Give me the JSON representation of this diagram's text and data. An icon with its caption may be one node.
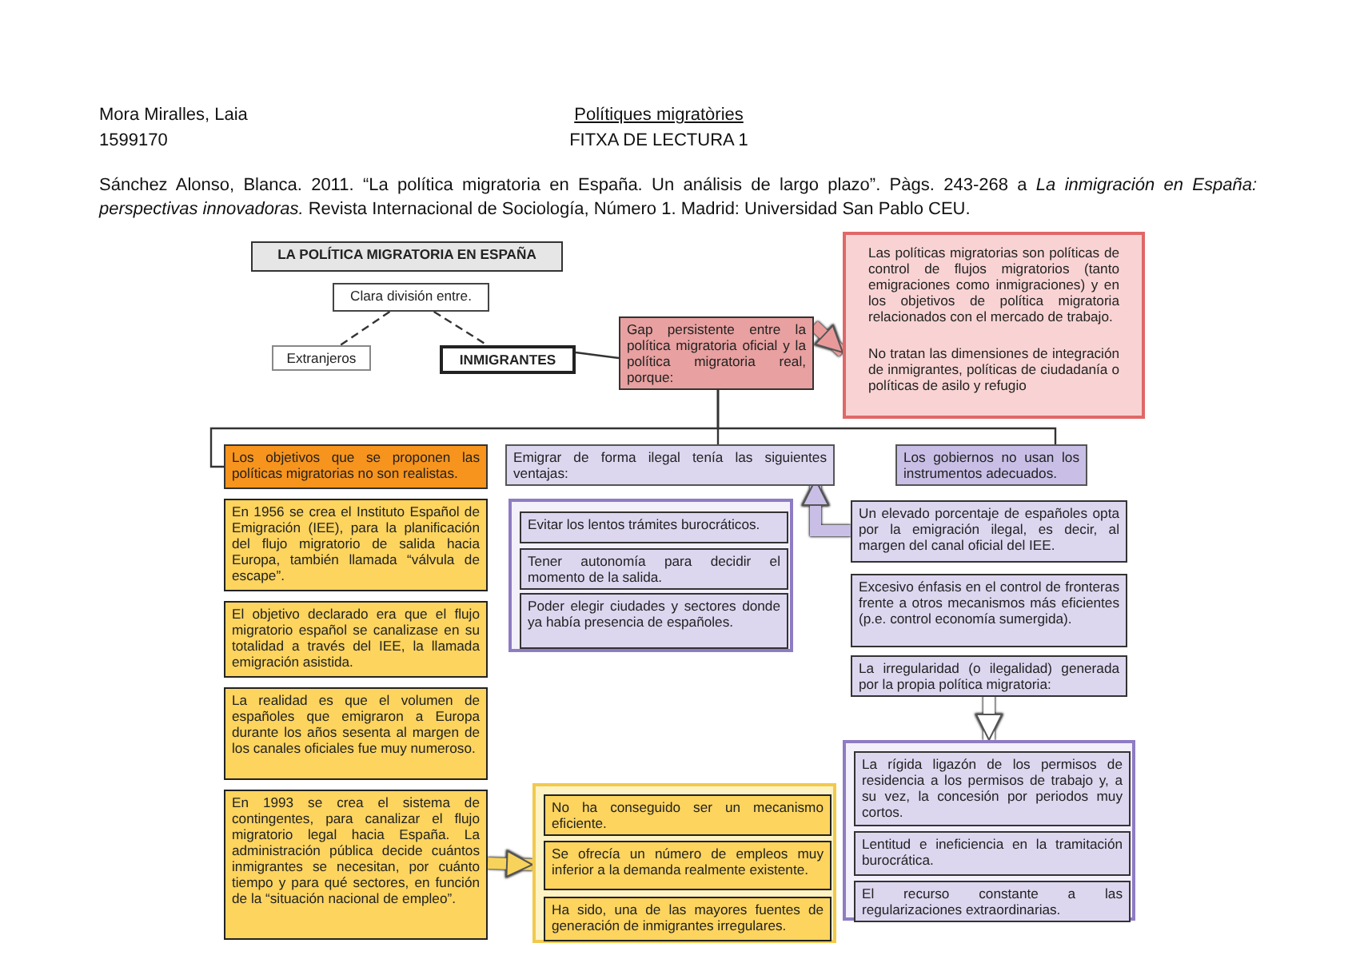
{
  "diagram": {
    "title": "Polítiques migratòries",
    "nodes": [
      {
        "text": [
          "LA POLÍTICA MIGRATORIA EN ESPAÑA"
        ]
      },
      {
        "text": [
          "Clara división entre."
        ]
      },
      {
        "text": [
          "Extranjeros"
        ]
      },
      {
        "text": [
          "INMIGRANTES"
        ]
      },
      {
        "text": [
          "Gap persistente entre la política migratoria oficial y la política migratoria real, porque:"
        ]
      },
      {
        "text": [
          "Las políticas migratorias son políticas de control de flujos migratorios (tanto emigraciones como inmigraciones) y en los objetivos de política migratoria relacionados con el mercado de trabajo.",
          "No tratan las dimensiones de integración de inmigrantes, políticas de ciudadanía o políticas de asilo y refugio"
        ]
      },
      {
        "text": [
          "Los objetivos que se proponen las políticas migratorias no son realistas."
        ]
      },
      {
        "text": [
          "En 1956 se crea el Instituto Español de Emigración (IEE), para la planificación del flujo migratorio de salida hacia Europa, también llamada “válvula de escape”."
        ]
      },
      {
        "text": [
          "El objetivo declarado era que el flujo migratorio español se canalizase en su totalidad a través del IEE, la llamada emigración asistida."
        ]
      },
      {
        "text": [
          "La realidad es que el volumen de españoles que emigraron a Europa durante los años sesenta al margen de los canales oficiales fue muy numeroso."
        ]
      },
      {
        "text": [
          "En 1993 se crea el sistema de contingentes, para canalizar el flujo migratorio legal hacia España. La administración pública decide cuántos inmigrantes se necesitan, por cuánto tiempo y para qué sectores, en función de la “situación nacional de empleo”."
        ]
      },
      {
        "text": [
          "Emigrar de forma ilegal tenía las siguientes ventajas:"
        ]
      },
      {
        "text": [],
        "shape": "box"
      },
      {
        "text": [
          "Evitar los lentos trámites burocráticos."
        ],
        "in": 12
      },
      {
        "text": [
          "Tener autonomía para decidir el momento de la salida."
        ],
        "in": 12
      },
      {
        "text": [
          "Poder elegir ciudades y sectores donde ya había presencia de españoles."
        ],
        "in": 12
      },
      {
        "text": [],
        "shape": "box"
      },
      {
        "text": [
          "No ha conseguido ser un mecanismo eficiente."
        ],
        "in": 16
      },
      {
        "text": [
          "Se ofrecía un número de empleos muy inferior a la demanda realmente existente."
        ],
        "in": 16
      },
      {
        "text": [
          "Ha sido, una de las mayores fuentes de generación de inmigrantes irregulares."
        ],
        "in": 16
      },
      {
        "text": [
          "Los gobiernos no usan los instrumentos adecuados."
        ]
      },
      {
        "text": [
          "Un elevado porcentaje de españoles opta por la emigración ilegal, es decir, al margen del canal oficial del IEE."
        ]
      },
      {
        "text": [
          "Excesivo énfasis en el control de fronteras frente a otros mecanismos más eficientes (p.e. control economía sumergida)."
        ]
      },
      {
        "text": [
          "La irregularidad (o ilegalidad) generada por la propia política migratoria:"
        ]
      },
      {
        "text": [],
        "shape": "box"
      },
      {
        "text": [
          "La rígida ligazón de los permisos de residencia a los permisos de trabajo y, a su vez, la concesión por periodos muy cortos."
        ],
        "in": 24
      },
      {
        "text": [
          "Lentitud e ineficiencia en la tramitación burocrática."
        ],
        "in": 24
      },
      {
        "text": [
          "El recurso constante a las regularizaciones extraordinarias."
        ],
        "in": 24
      }
    ],
    "edges": [
      {
        "from": 1,
        "to": 2,
        "arrow": "none",
        "style": "dashed"
      },
      {
        "from": 1,
        "to": 3,
        "arrow": "none",
        "style": "dashed"
      },
      {
        "from": 3,
        "to": 4,
        "arrow": "none"
      },
      {
        "from": 4,
        "to": 5,
        "arrow": "to",
        "style": "thick",
        "color": "#e89a9a"
      },
      {
        "from": 4,
        "to": 6,
        "arrow": "none"
      },
      {
        "from": 4,
        "to": 11,
        "arrow": "none"
      },
      {
        "from": 4,
        "to": 20,
        "arrow": "none"
      },
      {
        "from": 21,
        "to": 11,
        "arrow": "to",
        "style": "thick",
        "color": "#c9bfe6"
      },
      {
        "from": 10,
        "to": 16,
        "arrow": "to",
        "style": "thick",
        "color": "#f7d35c"
      },
      {
        "from": 23,
        "to": 24,
        "arrow": "to",
        "style": "thick",
        "color": "#ffffff"
      }
    ],
    "labels": [
      "Mora Miralles, Laia",
      "1599170",
      "FITXA DE LECTURA 1",
      "Sánchez Alonso, Blanca. 2011. “La política migratoria en España. Un análisis de largo plazo”. Pàgs. 243-268 a *La inmigración en España: perspectivas innovadoras.* Revista Internacional de Sociología, Número 1. Madrid: Universidad San Pablo CEU."
    ]
  }
}
